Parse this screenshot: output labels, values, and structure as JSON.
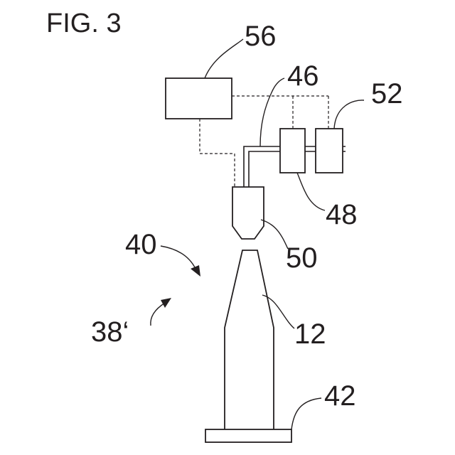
{
  "figure": {
    "title": "FIG. 3",
    "labels": {
      "ref_56": "56",
      "ref_46": "46",
      "ref_52": "52",
      "ref_48": "48",
      "ref_50": "50",
      "ref_40": "40",
      "ref_38": "38‘",
      "ref_12": "12",
      "ref_42": "42"
    }
  }
}
